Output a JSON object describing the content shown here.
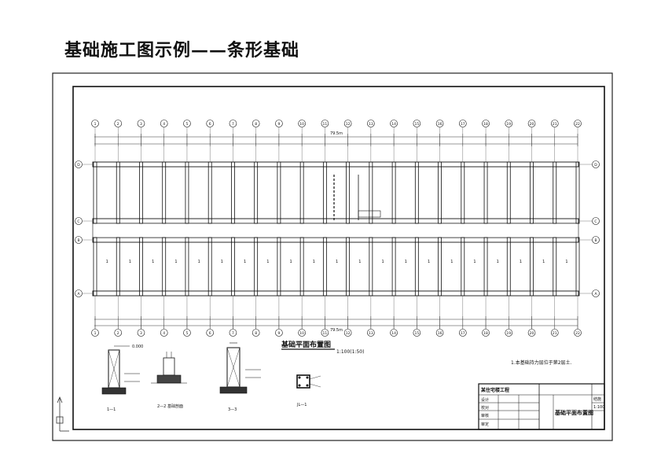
{
  "slide": {
    "title": "基础施工图示例——条形基础"
  },
  "plan": {
    "grid_columns": [
      "1",
      "2",
      "3",
      "4",
      "5",
      "6",
      "7",
      "8",
      "9",
      "10",
      "11",
      "12",
      "13",
      "14",
      "15",
      "16",
      "17",
      "18",
      "19",
      "20",
      "21",
      "22"
    ],
    "grid_rows": [
      "D",
      "C",
      "B",
      "A"
    ],
    "plan_title": "基础平面布置图",
    "plan_scale": "1:100(1:50)",
    "note": "1.本基础持力层位于第2层土.",
    "total_dim": "79.5m"
  },
  "details": {
    "section_labels": [
      "1—1",
      "2—2 基础剖面",
      "3—3"
    ],
    "beam_label": "JL—1",
    "level_mark": "0.000"
  },
  "title_block": {
    "project": "某住宅楼工程",
    "drawing_name": "基础平面布置图",
    "roles": [
      "设计",
      "校对",
      "审核",
      "审定"
    ],
    "sheet_no": "结施",
    "scale": "1:100"
  }
}
